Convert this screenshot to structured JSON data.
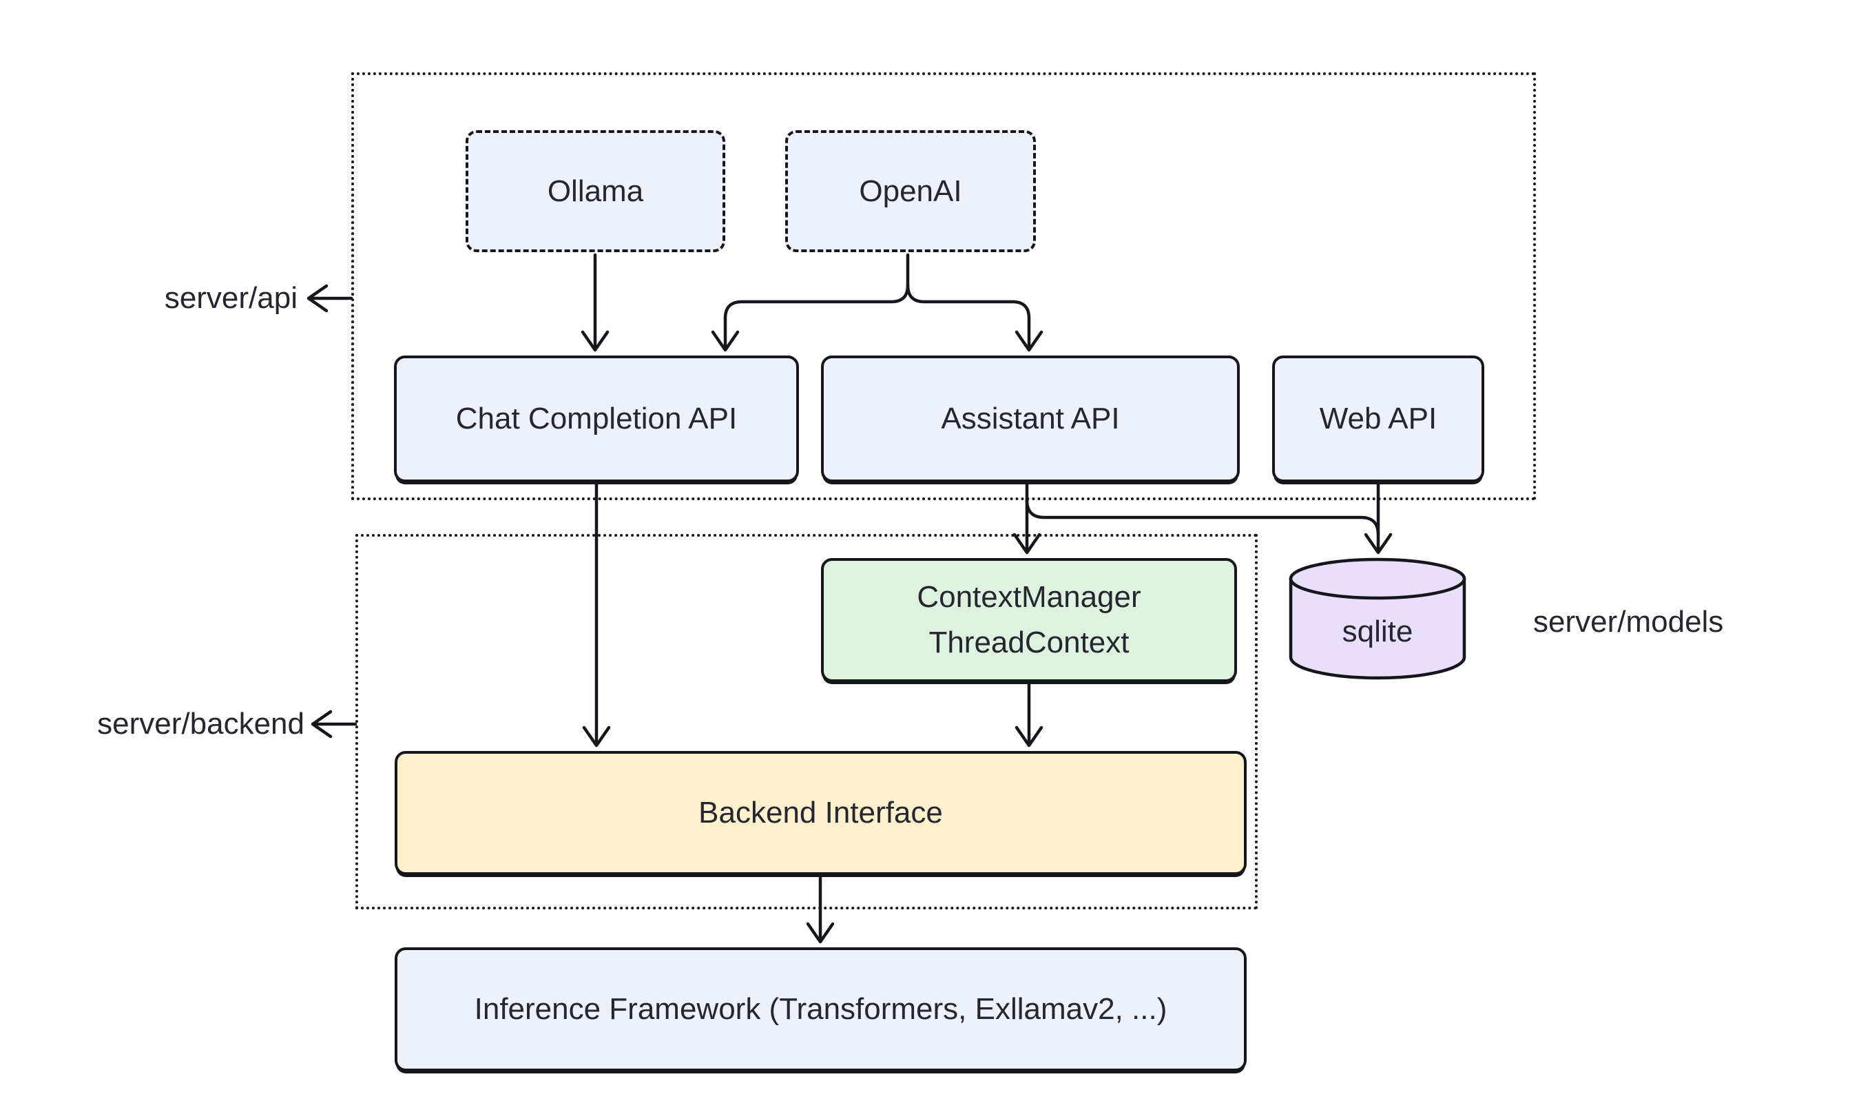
{
  "diagram": {
    "containers": {
      "api": {
        "label": "server/api"
      },
      "backend": {
        "label": "server/backend"
      },
      "models": {
        "label": "server/models"
      }
    },
    "nodes": {
      "ollama": {
        "label": "Ollama",
        "fill": "#edf2fa"
      },
      "openai": {
        "label": "OpenAI",
        "fill": "#edf2fa"
      },
      "chat": {
        "label": "Chat Completion API",
        "fill": "#edf2fa"
      },
      "assistant": {
        "label": "Assistant API",
        "fill": "#edf2fa"
      },
      "webapi": {
        "label": "Web API",
        "fill": "#edf2fa"
      },
      "context": {
        "label": "ContextManager\nThreadContext",
        "fill": "#ddf3df"
      },
      "sqlite": {
        "label": "sqlite",
        "fill": "#eadff8"
      },
      "backend_interface": {
        "label": "Backend Interface",
        "fill": "#fcf0cd"
      },
      "inference": {
        "label": "Inference Framework (Transformers, Exllamav2, ...)",
        "fill": "#edf2fa"
      }
    },
    "edges": [
      {
        "from": "Ollama",
        "to": "Chat Completion API"
      },
      {
        "from": "OpenAI",
        "to": "Chat Completion API"
      },
      {
        "from": "OpenAI",
        "to": "Assistant API"
      },
      {
        "from": "Chat Completion API",
        "to": "Backend Interface"
      },
      {
        "from": "Assistant API",
        "to": "ContextManager ThreadContext"
      },
      {
        "from": "Assistant API",
        "to": "sqlite"
      },
      {
        "from": "Web API",
        "to": "sqlite"
      },
      {
        "from": "ContextManager ThreadContext",
        "to": "Backend Interface"
      },
      {
        "from": "Backend Interface",
        "to": "Inference Framework (Transformers, Exllamav2, ...)"
      }
    ],
    "colors": {
      "background": "#ffffff",
      "border": "#16161d",
      "edge": "#16161d",
      "text": "#262630",
      "node_blue": "#edf2fa",
      "node_green": "#ddf3df",
      "node_yellow": "#fcf0cd",
      "node_purple": "#eadff8"
    }
  }
}
